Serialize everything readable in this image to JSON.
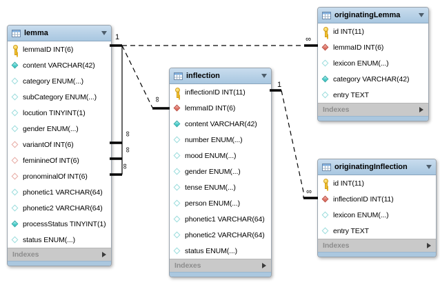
{
  "diagram": {
    "colors": {
      "header_blue": "#a8c7e0",
      "footer_gray": "#c9c9c9",
      "bottom_strip_blue": "#aac7df",
      "pk_yellow": "#f2c22e",
      "column_teal": "#49cfcc",
      "fk_red": "#dc6a5c",
      "line_black": "#000000"
    },
    "tables": [
      {
        "name": "lemma",
        "header_icon": "table-icon",
        "collapse_icon": "chevron-down-icon",
        "footer": "Indexes",
        "footer_icon": "expand-right-icon",
        "fields": [
          {
            "label": "lemmaID INT(6)",
            "icon": "primary-key-icon"
          },
          {
            "label": "content VARCHAR(42)",
            "icon": "column-nn-icon"
          },
          {
            "label": "category ENUM(...)",
            "icon": "column-icon"
          },
          {
            "label": "subCategory ENUM(...)",
            "icon": "column-icon"
          },
          {
            "label": "locution TINYINT(1)",
            "icon": "column-icon"
          },
          {
            "label": "gender ENUM(...)",
            "icon": "column-icon"
          },
          {
            "label": "variantOf INT(6)",
            "icon": "fk-icon"
          },
          {
            "label": "feminineOf INT(6)",
            "icon": "fk-icon"
          },
          {
            "label": "pronominalOf INT(6)",
            "icon": "fk-icon"
          },
          {
            "label": "phonetic1 VARCHAR(64)",
            "icon": "column-icon"
          },
          {
            "label": "phonetic2 VARCHAR(64)",
            "icon": "column-icon"
          },
          {
            "label": "processStatus TINYINT(1)",
            "icon": "column-nn-icon"
          },
          {
            "label": "status ENUM(...)",
            "icon": "column-icon"
          }
        ]
      },
      {
        "name": "inflection",
        "header_icon": "table-icon",
        "collapse_icon": "chevron-down-icon",
        "footer": "Indexes",
        "footer_icon": "expand-right-icon",
        "fields": [
          {
            "label": "inflectionID INT(11)",
            "icon": "primary-key-icon"
          },
          {
            "label": "lemmaID INT(6)",
            "icon": "fk-nn-icon"
          },
          {
            "label": "content VARCHAR(42)",
            "icon": "column-nn-icon"
          },
          {
            "label": "number ENUM(...)",
            "icon": "column-icon"
          },
          {
            "label": "mood ENUM(...)",
            "icon": "column-icon"
          },
          {
            "label": "gender ENUM(...)",
            "icon": "column-icon"
          },
          {
            "label": "tense ENUM(...)",
            "icon": "column-icon"
          },
          {
            "label": "person ENUM(...)",
            "icon": "column-icon"
          },
          {
            "label": "phonetic1 VARCHAR(64)",
            "icon": "column-icon"
          },
          {
            "label": "phonetic2 VARCHAR(64)",
            "icon": "column-icon"
          },
          {
            "label": "status ENUM(...)",
            "icon": "column-icon"
          }
        ]
      },
      {
        "name": "originatingLemma",
        "header_icon": "table-icon",
        "collapse_icon": "chevron-down-icon",
        "footer": "Indexes",
        "footer_icon": "expand-right-icon",
        "fields": [
          {
            "label": "id INT(11)",
            "icon": "primary-key-icon"
          },
          {
            "label": "lemmaID INT(6)",
            "icon": "fk-nn-icon"
          },
          {
            "label": "lexicon ENUM(...)",
            "icon": "column-icon"
          },
          {
            "label": "category VARCHAR(42)",
            "icon": "column-nn-icon"
          },
          {
            "label": "entry TEXT",
            "icon": "column-icon"
          }
        ]
      },
      {
        "name": "originatingInflection",
        "header_icon": "table-icon",
        "collapse_icon": "chevron-down-icon",
        "footer": "Indexes",
        "footer_icon": "expand-right-icon",
        "fields": [
          {
            "label": "id INT(11)",
            "icon": "primary-key-icon"
          },
          {
            "label": "inflectionID INT(11)",
            "icon": "fk-nn-icon"
          },
          {
            "label": "lexicon ENUM(...)",
            "icon": "column-icon"
          },
          {
            "label": "entry TEXT",
            "icon": "column-icon"
          }
        ]
      }
    ],
    "connectors": {
      "one_label": "1",
      "many_label": "∞",
      "relationships": [
        {
          "from": "lemma.lemmaID",
          "to": "originatingLemma.lemmaID",
          "from_card": "1",
          "to_card": "∞",
          "style": "dashed"
        },
        {
          "from": "lemma.lemmaID",
          "to": "inflection.lemmaID",
          "from_card": "1",
          "to_card": "∞",
          "style": "dashed"
        },
        {
          "from": "lemma.lemmaID",
          "to": "lemma.variantOf",
          "from_card": "1",
          "to_card": "∞",
          "style": "solid"
        },
        {
          "from": "lemma.lemmaID",
          "to": "lemma.feminineOf",
          "from_card": "1",
          "to_card": "∞",
          "style": "solid"
        },
        {
          "from": "lemma.lemmaID",
          "to": "lemma.pronominalOf",
          "from_card": "1",
          "to_card": "∞",
          "style": "solid"
        },
        {
          "from": "inflection.inflectionID",
          "to": "originatingInflection.inflectionID",
          "from_card": "1",
          "to_card": "∞",
          "style": "dashed"
        }
      ]
    }
  }
}
